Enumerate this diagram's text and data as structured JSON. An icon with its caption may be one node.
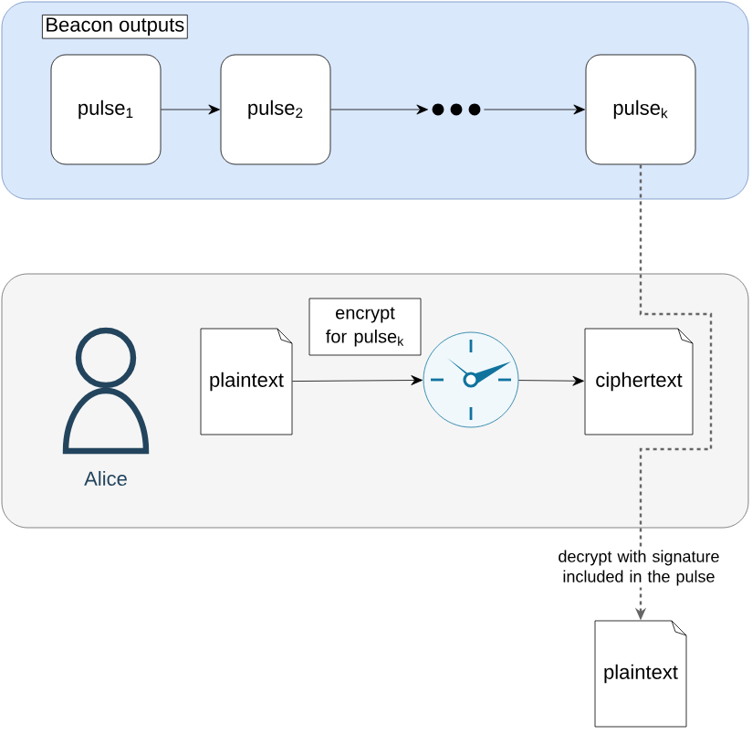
{
  "diagram": {
    "nodes": [
      {
        "text": [
          "Beacon outputs"
        ]
      },
      {
        "text": [
          "pulse$_{1}$"
        ],
        "in": 0
      },
      {
        "text": [
          "pulse$_{2}$"
        ],
        "in": 0
      },
      {
        "text": [],
        "shape": "dots",
        "in": 0
      },
      {
        "text": [
          "pulse$_{k}$"
        ],
        "in": 0
      },
      {
        "text": [],
        "shape": "box"
      },
      {
        "text": [],
        "shape": "person",
        "beside": [
          "Alice"
        ],
        "in": 5
      },
      {
        "text": [
          "plaintext"
        ],
        "in": 5
      },
      {
        "text": [
          "encrypt for pulse$_{k}$"
        ],
        "in": 5
      },
      {
        "text": [],
        "shape": "clock",
        "in": 5
      },
      {
        "text": [
          "ciphertext"
        ],
        "in": 5
      },
      {
        "text": [
          "plaintext"
        ]
      }
    ],
    "edges": [
      {
        "from": 1,
        "to": 2,
        "arrow": "to"
      },
      {
        "from": 2,
        "to": 3,
        "arrow": "to"
      },
      {
        "from": 3,
        "to": 4,
        "arrow": "to"
      },
      {
        "from": 7,
        "to": 9,
        "arrow": "to"
      },
      {
        "from": 9,
        "to": 10,
        "arrow": "to"
      },
      {
        "from": 4,
        "to": 11,
        "arrow": "to",
        "style": "dashed",
        "color": "#666666",
        "label": "decrypt with signature included in the pulse"
      }
    ]
  }
}
